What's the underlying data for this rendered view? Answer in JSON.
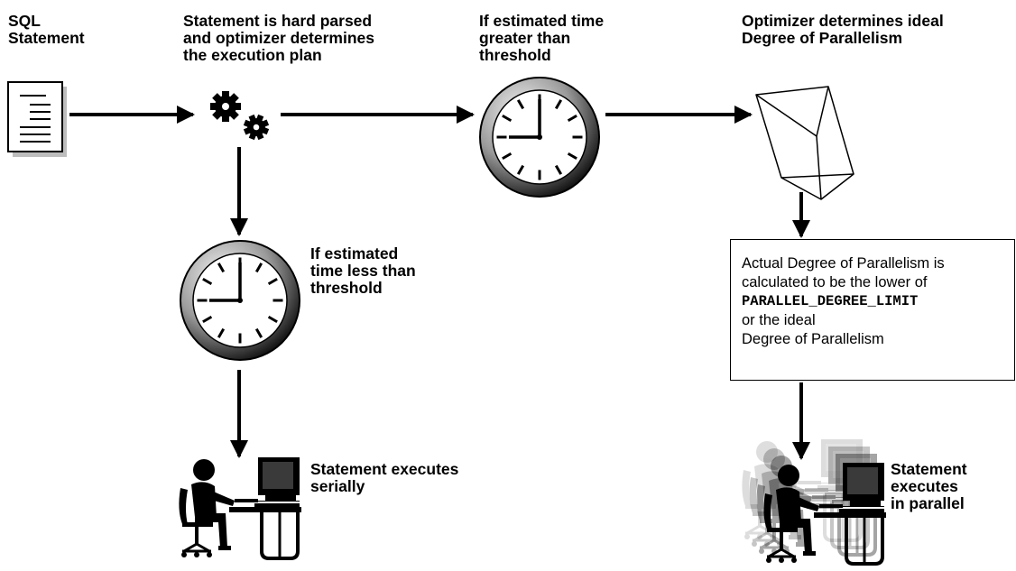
{
  "steps": {
    "sql": {
      "lines": [
        "SQL",
        "Statement"
      ]
    },
    "parse": {
      "lines": [
        "Statement is hard parsed",
        "and optimizer determines",
        "the execution plan"
      ]
    },
    "greater": {
      "lines": [
        "If estimated time",
        "greater than",
        "threshold"
      ]
    },
    "optimizer": {
      "lines": [
        "Optimizer determines ideal",
        "Degree of Parallelism"
      ]
    },
    "less": {
      "lines": [
        "If estimated",
        "time less than",
        "threshold"
      ]
    },
    "serial": {
      "lines": [
        "Statement executes",
        "serially"
      ]
    },
    "parallel": {
      "lines": [
        "Statement",
        "executes",
        "in parallel"
      ]
    }
  },
  "dop_box": {
    "line1": "Actual Degree of Parallelism is",
    "line2": "calculated to be the lower of",
    "param": "PARALLEL_DEGREE_LIMIT",
    "line4": "or the ideal",
    "line5": "Degree of Parallelism"
  },
  "icons": [
    "document-icon",
    "gears-icon",
    "clock-icon",
    "cube-icon",
    "person-at-computer-icon"
  ]
}
